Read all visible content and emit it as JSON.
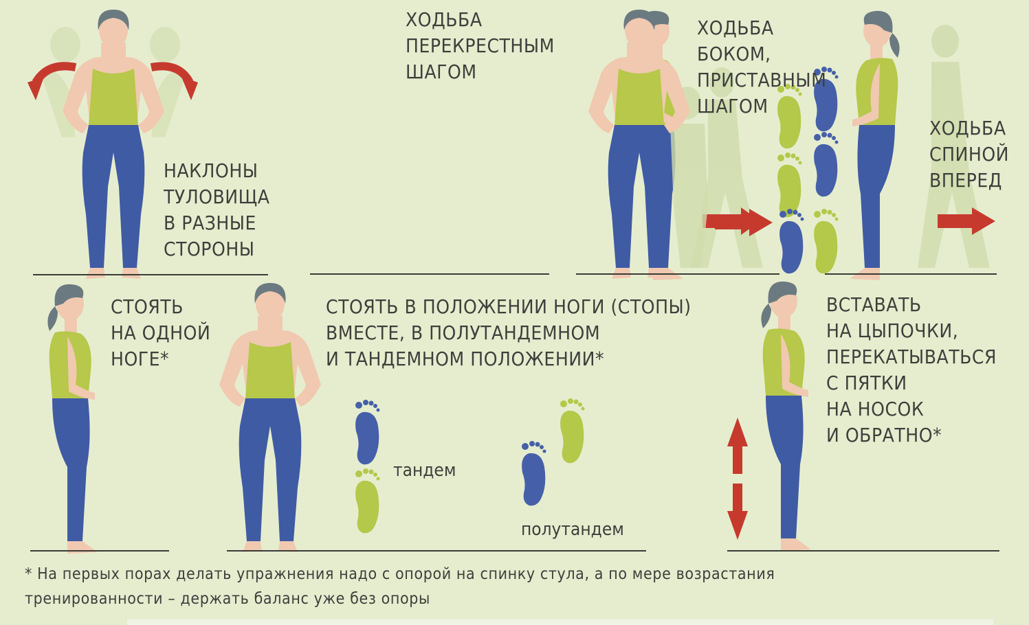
{
  "exercises": {
    "bends": {
      "lines": [
        "НАКЛОНЫ",
        "ТУЛОВИЩА",
        "В РАЗНЫЕ",
        "СТОРОНЫ"
      ]
    },
    "cross_walk": {
      "lines": [
        "ХОДЬБА",
        "ПЕРЕКРЕСТНЫМ",
        "ШАГОМ"
      ]
    },
    "side_walk": {
      "lines": [
        "ХОДЬБА",
        "БОКОМ,",
        "ПРИСТАВНЫМ",
        "ШАГОМ"
      ]
    },
    "back_walk": {
      "lines": [
        "ХОДЬБА",
        "СПИНОЙ",
        "ВПЕРЕД"
      ]
    },
    "one_leg": {
      "lines": [
        "СТОЯТЬ",
        "НА ОДНОЙ",
        "НОГЕ*"
      ]
    },
    "feet_positions": {
      "lines": [
        "СТОЯТЬ В ПОЛОЖЕНИИ НОГИ (СТОПЫ)",
        "ВМЕСТЕ, В ПОЛУТАНДЕМНОМ",
        "И ТАНДЕМНОМ ПОЛОЖЕНИИ*"
      ],
      "tandem": "тандем",
      "semitandem": "полутандем"
    },
    "tiptoe": {
      "lines": [
        "ВСТАВАТЬ",
        "НА ЦЫПОЧКИ,",
        "ПЕРЕКАТЫВАТЬСЯ",
        "С ПЯТКИ",
        "НА НОСОК",
        "И ОБРАТНО*"
      ]
    }
  },
  "footnote": {
    "lines": [
      "* На первых порах делать упражнения надо с опорой на спинку стула, а по мере возрастания",
      "тренированности – держать баланс уже без опоры"
    ]
  },
  "colors": {
    "background": "#e6edcf",
    "top": "#b7c84a",
    "pants": "#3f5ba4",
    "hair": "#6b7a80",
    "skin": "#f0c9b0",
    "arrow": "#c63a2e",
    "ghost": "#cfdcab",
    "foot_green": "#b4c84a",
    "foot_blue": "#4560a8"
  }
}
